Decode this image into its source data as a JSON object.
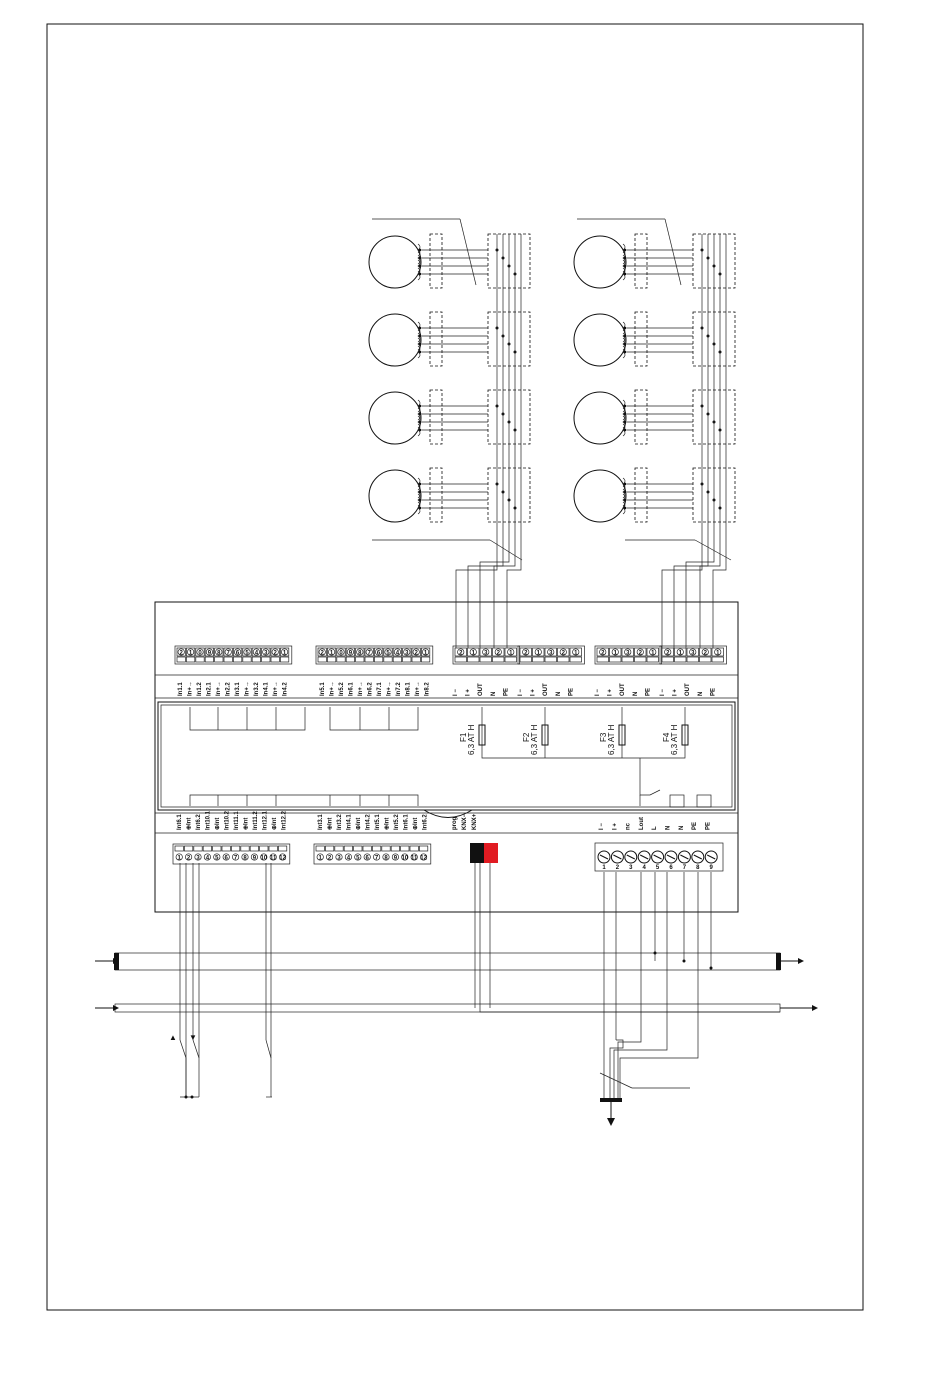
{
  "diagram": {
    "top_terminals": {
      "input_groups": [
        [
          "2",
          "1",
          "0",
          "9",
          "8",
          "7",
          "6",
          "5",
          "4",
          "3",
          "2",
          "1"
        ],
        [
          "2",
          "1",
          "0",
          "9",
          "8",
          "7",
          "6",
          "5",
          "4",
          "3",
          "2",
          "1"
        ]
      ],
      "output_groups": [
        [
          "2",
          "1",
          "3",
          "2",
          "1"
        ],
        [
          "2",
          "1",
          "3",
          "2",
          "1"
        ],
        [
          "2",
          "1",
          "3",
          "2",
          "1"
        ],
        [
          "2",
          "1",
          "3",
          "2",
          "1"
        ]
      ]
    },
    "top_labels": {
      "inputs_a": [
        "In1.1",
        "In+→",
        "In1.2",
        "In2.1",
        "In+→",
        "In2.2",
        "In3.1",
        "In+→",
        "In3.2",
        "In4.1",
        "In+→",
        "In4.2"
      ],
      "inputs_b": [
        "In5.1",
        "In+→",
        "In5.2",
        "In6.1",
        "In+→",
        "In6.2",
        "In7.1",
        "In+→",
        "In7.2",
        "In8.1",
        "In+→",
        "In8.2"
      ],
      "outputs": [
        "I −",
        "I +",
        "OUT",
        "N",
        "PE"
      ]
    },
    "fuses": [
      {
        "name": "F1",
        "rating": "6,3 AT  H"
      },
      {
        "name": "F2",
        "rating": "6,3 AT  H"
      },
      {
        "name": "F3",
        "rating": "6,3 AT  H"
      },
      {
        "name": "F4",
        "rating": "6,3 AT  H"
      }
    ],
    "bottom_labels": {
      "inputs_a": [
        "Int6.1",
        "⊕Int",
        "Int6.2",
        "Int10.1",
        "⊕Int",
        "Int10.2",
        "Int11.1",
        "⊕Int",
        "Int11.2",
        "Int12.1",
        "⊕Int",
        "Int12.2"
      ],
      "inputs_b": [
        "Int3.1",
        "⊕Int",
        "Int3.2",
        "Int4.1",
        "⊕Int",
        "Int4.2",
        "Int5.1",
        "⊕Int",
        "Int5.2",
        "Int6.1",
        "⊕Int",
        "Int6.2"
      ],
      "bus": [
        "prog",
        "KNX−",
        "KNX+"
      ],
      "power": [
        "I −",
        "I +",
        "nc",
        "Lout",
        "L",
        "N",
        "N",
        "PE",
        "PE"
      ]
    },
    "bottom_terminals": {
      "input_groups": [
        [
          "1",
          "2",
          "3",
          "4",
          "5",
          "6",
          "7",
          "8",
          "9",
          "10",
          "11",
          "12"
        ],
        [
          "1",
          "2",
          "3",
          "4",
          "5",
          "6",
          "7",
          "8",
          "9",
          "10",
          "11",
          "12"
        ]
      ],
      "power": [
        "1",
        "2",
        "3",
        "4",
        "5",
        "6",
        "7",
        "8",
        "9"
      ]
    },
    "switch_symbols": [
      "▲",
      "▼"
    ],
    "colors": {
      "line": "#111111",
      "knx_minus": "#111111",
      "knx_plus": "#e11b22",
      "background": "#ffffff"
    }
  }
}
